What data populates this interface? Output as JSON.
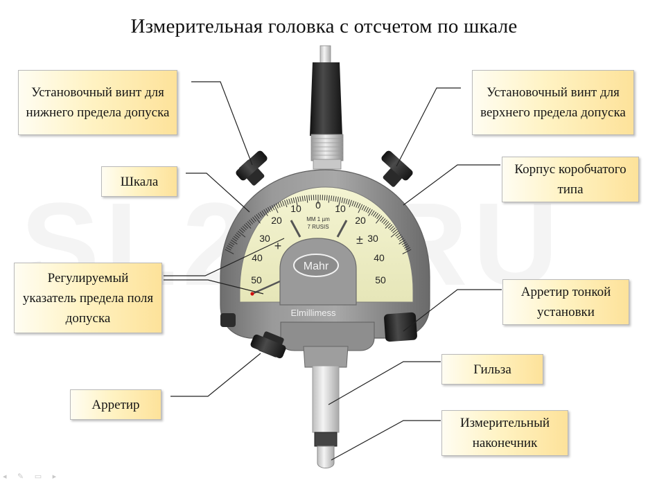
{
  "title": "Измерительная головка с отсчетом по шкале",
  "watermark": "SL2D.RU",
  "labels": {
    "lower_screw": "Установочный винт для нижнего предела допуска",
    "upper_screw": "Установочный винт для верхнего предела допуска",
    "scale": "Шкала",
    "housing": "Корпус коробчатого типа",
    "pointer": "Регулируемый указатель предела поля допуска",
    "fine_lock": "Арретир тонкой установки",
    "lock": "Арретир",
    "sleeve": "Гильза",
    "tip": "Измерительный наконечник"
  },
  "dial": {
    "left_ticks": [
      "10",
      "20",
      "30",
      "40",
      "50"
    ],
    "center_tick": "0",
    "right_ticks": [
      "10",
      "20",
      "30",
      "40",
      "50"
    ],
    "unit_line1": "MM 1 µm",
    "unit_line2": "7 RUSIS",
    "brand": "Mahr",
    "model": "Elmillimess",
    "plus_sign": "+",
    "plus_minus_sign": "±"
  },
  "colors": {
    "dial_face": "#efefc4",
    "housing": "#8a8a8a",
    "label_bg": "#fde29a",
    "pointer_red": "#d01010"
  }
}
